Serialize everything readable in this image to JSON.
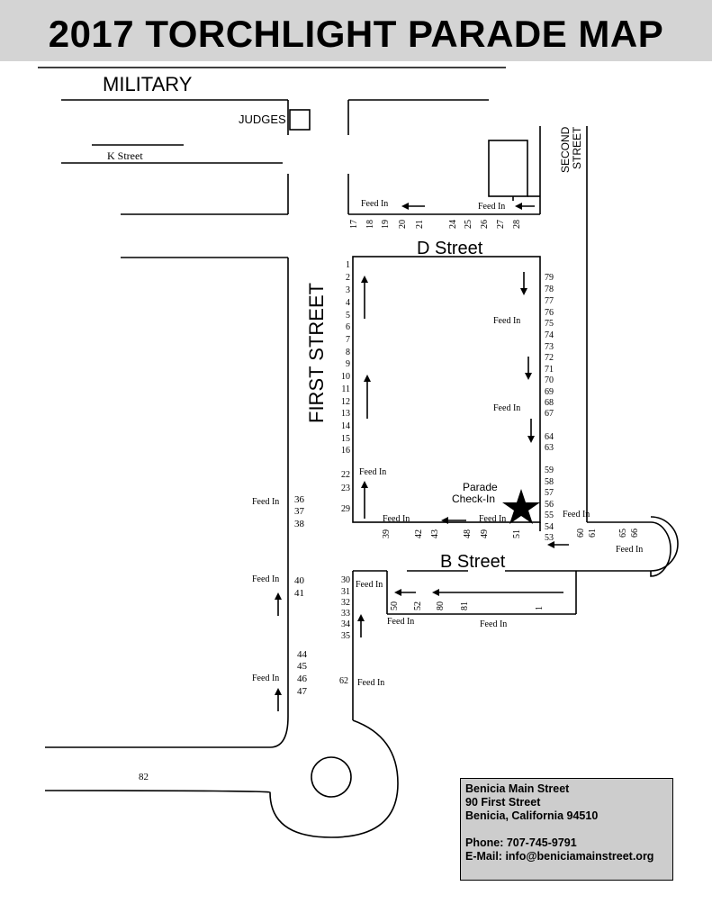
{
  "title": "2017 TORCHLIGHT PARADE MAP",
  "streets": {
    "military": "MILITARY",
    "k_street": "K Street",
    "judges": "JUDGES",
    "first_street": "FIRST STREET",
    "second_street_line1": "SECOND",
    "second_street_line2": "STREET",
    "d_street": "D Street",
    "b_street": "B Street"
  },
  "checkin": {
    "line1": "Parade",
    "line2": "Check-In"
  },
  "feed_in_label": "Feed In",
  "numbers": {
    "top_row": [
      "17",
      "18",
      "19",
      "20",
      "21",
      "24",
      "25",
      "26",
      "27",
      "28"
    ],
    "left_column": [
      "1",
      "2",
      "3",
      "4",
      "5",
      "6",
      "7",
      "8",
      "9",
      "10",
      "11",
      "12",
      "13",
      "14",
      "15",
      "16"
    ],
    "left_lower": [
      "22",
      "23",
      "29"
    ],
    "right_column": [
      "79",
      "78",
      "77",
      "76",
      "75",
      "74",
      "73",
      "72",
      "71",
      "70",
      "69",
      "68",
      "67",
      "64",
      "63",
      "59",
      "58",
      "57",
      "56",
      "55",
      "54",
      "53"
    ],
    "bottom_row": [
      "39",
      "42",
      "43",
      "48",
      "49",
      "51"
    ],
    "far_right": [
      "60",
      "61",
      "65",
      "66"
    ],
    "b_street_row": [
      "50",
      "52",
      "80",
      "81",
      "1"
    ],
    "left_lower_col": [
      "30",
      "31",
      "32",
      "33",
      "34",
      "35"
    ],
    "west_a": [
      "36",
      "37",
      "38"
    ],
    "west_b": [
      "40",
      "41"
    ],
    "west_c": [
      "44",
      "45",
      "46",
      "47"
    ],
    "misc": [
      "62",
      "82"
    ]
  },
  "contact": {
    "org": "Benicia Main Street",
    "address": "90 First Street",
    "city": "Benicia, California  94510",
    "phone": "Phone: 707-745-9791",
    "email": "E-Mail:  info@beniciamainstreet.org"
  }
}
